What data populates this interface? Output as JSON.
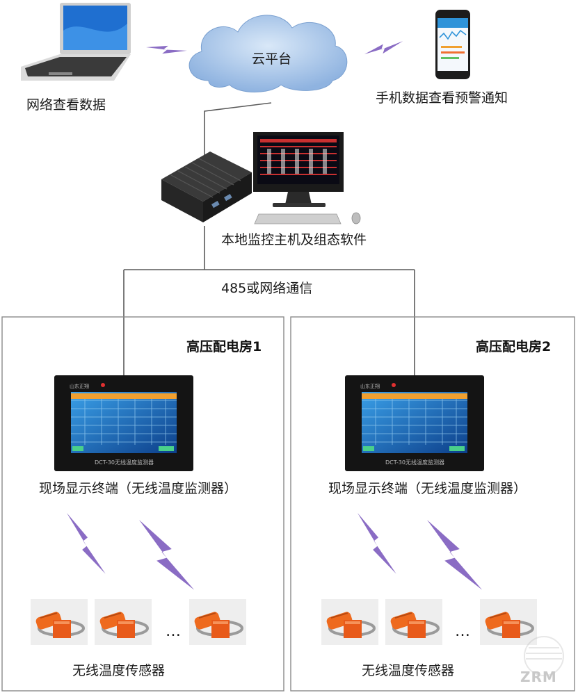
{
  "top": {
    "cloud_label": "云平台",
    "laptop_label": "网络查看数据",
    "phone_label": "手机数据查看预警通知",
    "host_label": "本地监控主机及组态软件",
    "comm_label": "485或网络通信"
  },
  "rooms": [
    {
      "title": "高压配电房1",
      "terminal_label": "现场显示终端（无线温度监测器）",
      "sensor_label": "无线温度传感器",
      "ellipsis": "…",
      "device_brand": "山东正翔",
      "device_model": "DCT-30无线温度监测器"
    },
    {
      "title": "高压配电房2",
      "terminal_label": "现场显示终端（无线温度监测器）",
      "sensor_label": "无线温度传感器",
      "ellipsis": "…",
      "device_brand": "山东正翔",
      "device_model": "DCT-30无线温度监测器"
    }
  ],
  "watermark": "ZRM",
  "colors": {
    "cloud": "#8fb3e0",
    "lightning": "#8a6cc4",
    "line": "#5a5a5a",
    "sensor_orange": "#ee6a1e",
    "screen_blue": "#2b8fc7"
  },
  "icons": [
    "laptop-icon",
    "cloud-icon",
    "phone-icon",
    "industrial-pc-icon",
    "monitor-icon",
    "keyboard-icon",
    "mouse-icon",
    "lightning-icon",
    "display-terminal-icon",
    "temperature-sensor-icon"
  ]
}
